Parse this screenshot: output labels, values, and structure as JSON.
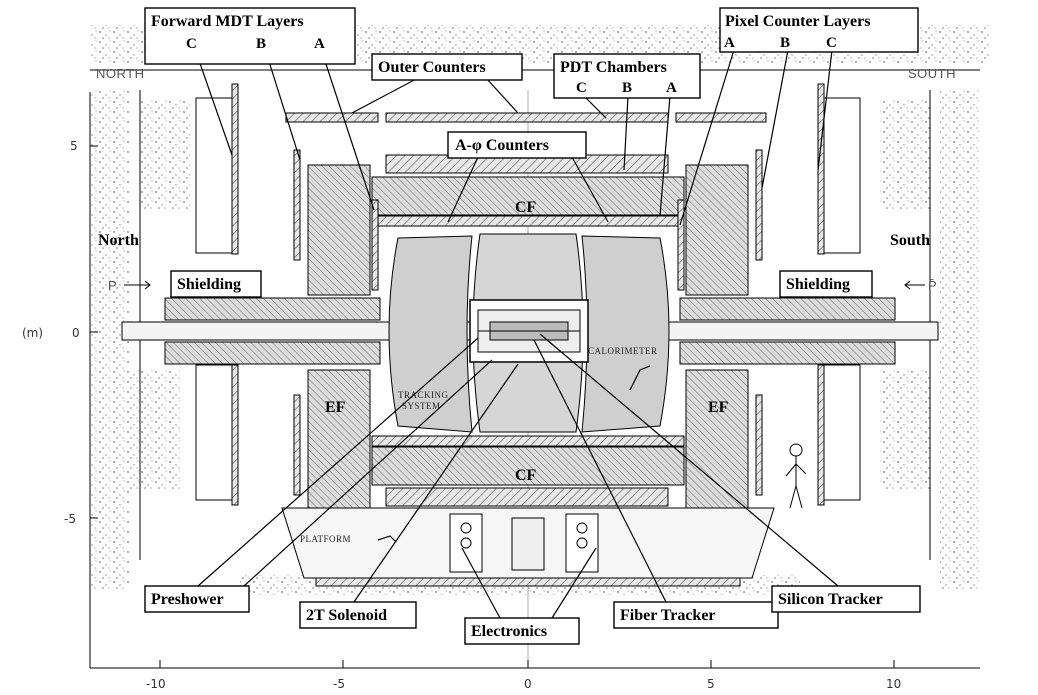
{
  "labels": {
    "forward_mdt": "Forward MDT Layers",
    "pixel_counter": "Pixel Counter Layers",
    "outer_counters": "Outer Counters",
    "pdt_chambers": "PDT Chambers",
    "a_phi_counters": "A-φ Counters",
    "shielding_left": "Shielding",
    "shielding_right": "Shielding",
    "preshower": "Preshower",
    "solenoid": "2T Solenoid",
    "electronics": "Electronics",
    "fiber_tracker": "Fiber Tracker",
    "silicon_tracker": "Silicon Tracker"
  },
  "layer_letters": {
    "mdt": [
      "C",
      "B",
      "A"
    ],
    "pixel": [
      "A",
      "B",
      "C"
    ],
    "pdt": [
      "C",
      "B",
      "A"
    ]
  },
  "regions": {
    "north_upper": "NORTH",
    "south_upper": "SOUTH",
    "north": "North",
    "south": "South",
    "cf_top": "CF",
    "cf_bottom": "CF",
    "ef_left": "EF",
    "ef_right": "EF",
    "p_left": "P",
    "p_right": "P̄",
    "calorimeter": "CALORIMETER",
    "tracking_1": "TRACKING",
    "tracking_2": "SYSTEM",
    "platform": "PLATFORM"
  },
  "axes": {
    "y_unit": "(m)",
    "y_ticks": [
      "5",
      "0",
      "-5"
    ],
    "x_ticks": [
      "-10",
      "-5",
      "0",
      "5",
      "10"
    ]
  },
  "colors": {
    "ink": "#000000",
    "hatch": "#555555",
    "detector_fill": "#cfcfcf",
    "paper": "#ffffff"
  }
}
